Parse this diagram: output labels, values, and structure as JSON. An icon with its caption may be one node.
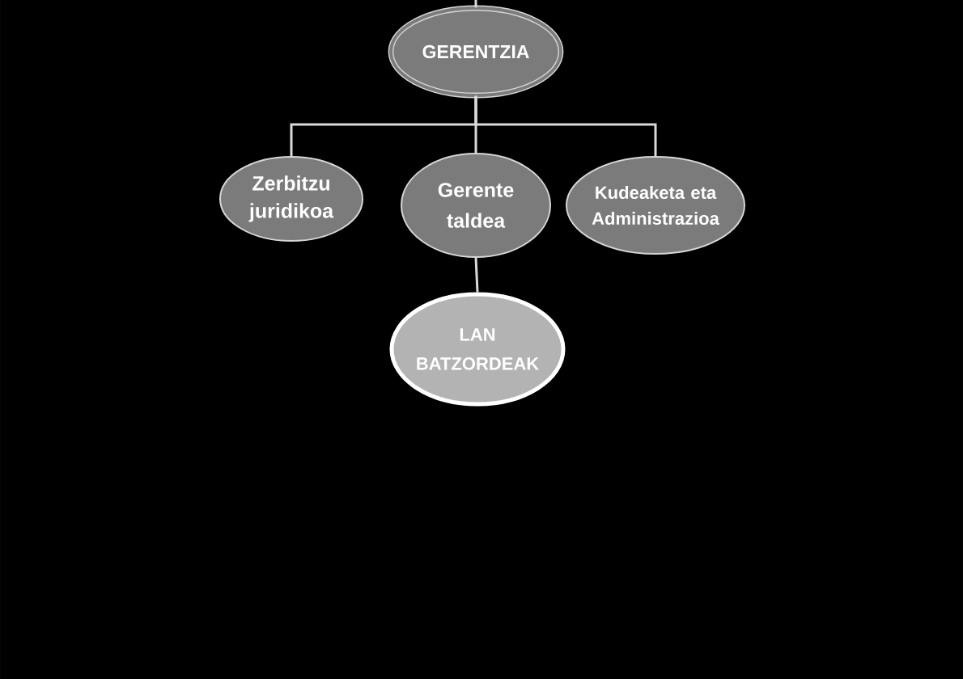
{
  "diagram": {
    "nodes": [
      {
        "text": [
          "GERENTZIA"
        ]
      },
      {
        "text": [
          "Zerbitzu juridikoa"
        ]
      },
      {
        "text": [
          "Gerente taldea"
        ]
      },
      {
        "text": [
          "Kudeaketa eta Administrazioa"
        ]
      },
      {
        "text": [
          "LAN BATZORDEAK"
        ]
      }
    ],
    "edges": [
      {
        "from": null,
        "to": 0,
        "arrow": "none"
      },
      {
        "from": 0,
        "to": 1,
        "arrow": "none"
      },
      {
        "from": 0,
        "to": 2,
        "arrow": "none"
      },
      {
        "from": 0,
        "to": 3,
        "arrow": "none"
      },
      {
        "from": 2,
        "to": 4,
        "arrow": "none"
      }
    ]
  }
}
